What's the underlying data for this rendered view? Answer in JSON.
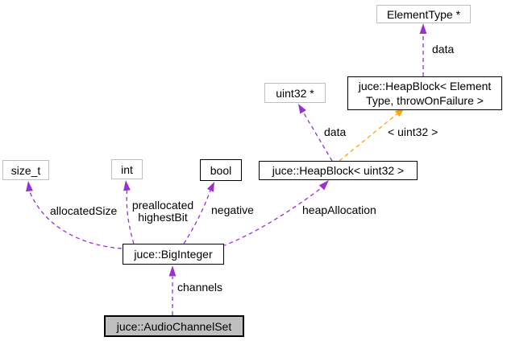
{
  "diagram": {
    "type": "collaboration-graph",
    "subject": "juce::AudioChannelSet",
    "background": "#ffffff",
    "nodes": [
      {
        "id": "elementtype-ptr",
        "label": "ElementType *",
        "style": "undocumented"
      },
      {
        "id": "heapblock-elementtype",
        "label": "juce::HeapBlock< Element Type, throwOnFailure >",
        "line1": "juce::HeapBlock< Element",
        "line2": "Type, throwOnFailure >",
        "style": "documented"
      },
      {
        "id": "uint32-ptr",
        "label": "uint32 *",
        "style": "undocumented"
      },
      {
        "id": "heapblock-uint32",
        "label": "juce::HeapBlock< uint32 >",
        "style": "documented"
      },
      {
        "id": "size-t",
        "label": "size_t",
        "style": "undocumented"
      },
      {
        "id": "int",
        "label": "int",
        "style": "undocumented"
      },
      {
        "id": "bool",
        "label": "bool",
        "style": "documented"
      },
      {
        "id": "biginteger",
        "label": "juce::BigInteger",
        "style": "documented"
      },
      {
        "id": "audiochannelset",
        "label": "juce::AudioChannelSet",
        "style": "current"
      }
    ],
    "edges": [
      {
        "from": "juce::HeapBlock< Element Type, throwOnFailure >",
        "to": "ElementType *",
        "label": "data",
        "kind": "usage"
      },
      {
        "from": "juce::HeapBlock< uint32 >",
        "to": "uint32 *",
        "label": "data",
        "kind": "usage"
      },
      {
        "from": "juce::HeapBlock< uint32 >",
        "to": "juce::HeapBlock< Element Type, throwOnFailure >",
        "label": "< uint32 >",
        "kind": "template-instance"
      },
      {
        "from": "juce::BigInteger",
        "to": "size_t",
        "label": "allocatedSize",
        "kind": "usage"
      },
      {
        "from": "juce::BigInteger",
        "to": "int",
        "label": "preallocated highestBit",
        "label_line1": "preallocated",
        "label_line2": "highestBit",
        "kind": "usage"
      },
      {
        "from": "juce::BigInteger",
        "to": "bool",
        "label": "negative",
        "kind": "usage"
      },
      {
        "from": "juce::BigInteger",
        "to": "juce::HeapBlock< uint32 >",
        "label": "heapAllocation",
        "kind": "usage"
      },
      {
        "from": "juce::AudioChannelSet",
        "to": "juce::BigInteger",
        "label": "channels",
        "kind": "usage"
      }
    ],
    "colors": {
      "usage_arrow": "#9932cc",
      "template_arrow": "#ffa500",
      "documented_border": "#000000",
      "undocumented_border": "#bfbfbf",
      "current_fill": "#bfbfbf",
      "node_fill": "#ffffff",
      "text": "#000000"
    }
  }
}
